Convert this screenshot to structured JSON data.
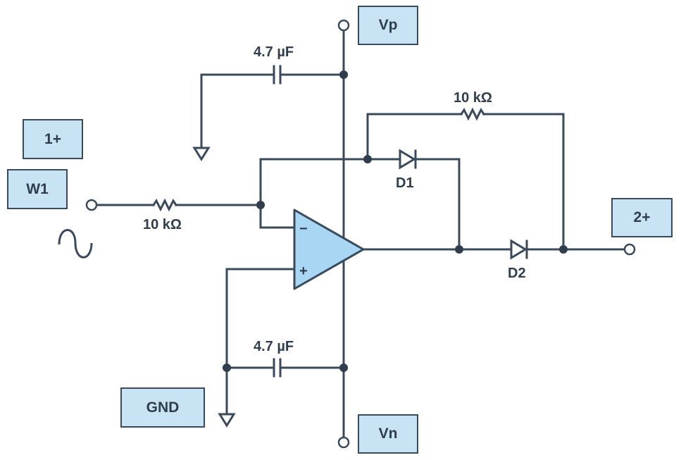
{
  "labels": {
    "vp": "Vp",
    "vn": "Vn",
    "gnd": "GND",
    "w1": "W1",
    "in_plus": "1+",
    "out_plus": "2+"
  },
  "components": {
    "c_top": "4.7 µF",
    "c_bottom": "4.7 µF",
    "r_in": "10 kΩ",
    "r_fb": "10 kΩ",
    "d1": "D1",
    "d2": "D2",
    "opamp_minus": "−",
    "opamp_plus": "+"
  },
  "colors": {
    "wire": "#3a4a5a",
    "box_fill": "#c7e3f4",
    "opamp_fill": "#a9d6f2"
  }
}
